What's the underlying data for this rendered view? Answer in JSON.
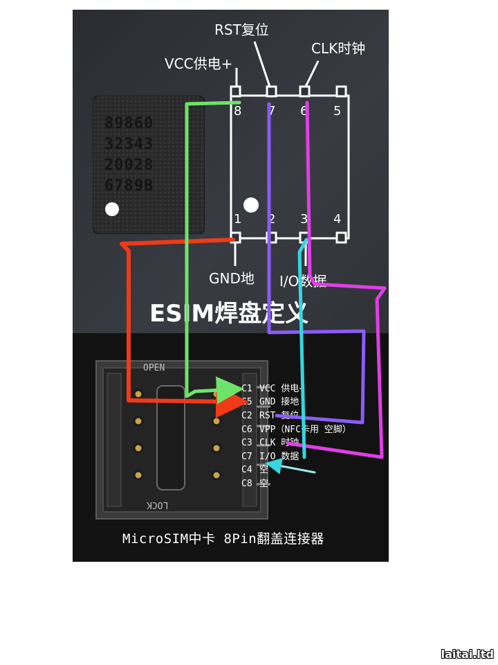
{
  "esim_chip": {
    "marking_lines": [
      "89860",
      "32343",
      "20028",
      "6789B"
    ]
  },
  "pinout": {
    "pins_top": [
      "8",
      "7",
      "6",
      "5"
    ],
    "pins_bottom": [
      "1",
      "2",
      "3",
      "4"
    ],
    "label_vcc": "VCC供电+",
    "label_rst": "RST复位",
    "label_clk": "CLK时钟",
    "label_gnd": "GND地",
    "label_io": "I/O数据"
  },
  "title": "ESIM焊盘定义",
  "connector": {
    "open_label": "OPEN",
    "lock_label": "LOCK",
    "pins": [
      {
        "code": "C1",
        "desc": "VCC 供电+"
      },
      {
        "code": "C5",
        "desc": "GND 接地"
      },
      {
        "code": "C2",
        "desc": "RST 复位"
      },
      {
        "code": "C6",
        "desc": "VPP（NFC卡用 空脚）"
      },
      {
        "code": "C3",
        "desc": "CLK 时钟"
      },
      {
        "code": "C7",
        "desc": "I/O 数据"
      },
      {
        "code": "C4",
        "desc": "空"
      },
      {
        "code": "C8",
        "desc": "空"
      }
    ]
  },
  "caption": "MicroSIM中卡 8Pin翻盖连接器",
  "watermark": "laitai.ltd",
  "colors": {
    "vcc_wire": "#6de36a",
    "gnd_wire": "#f03a17",
    "rst_wire": "#8b5cf6",
    "clk_wire": "#e03ee6",
    "io_wire": "#35d6e0",
    "io_arrow": "#9fe9ee"
  }
}
